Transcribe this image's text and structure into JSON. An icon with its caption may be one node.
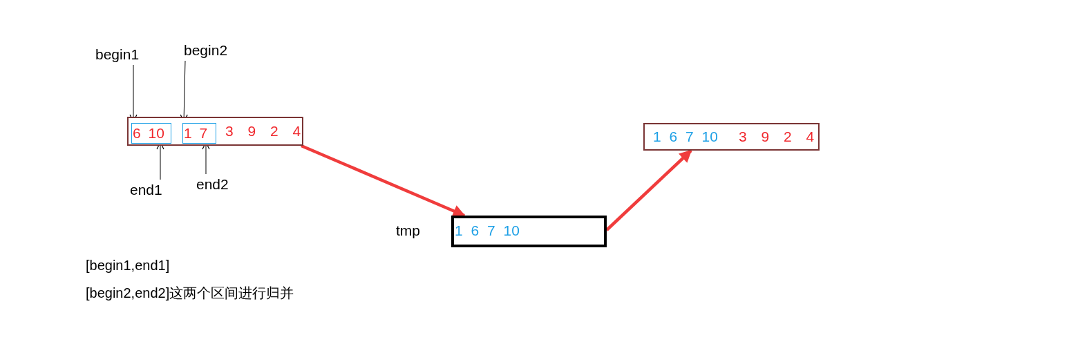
{
  "diagram": {
    "nodes": [
      {
        "text": [
          "3 9 2 4"
        ]
      },
      {
        "text": [
          "6 10"
        ],
        "in": 0
      },
      {
        "text": [
          "1 7"
        ],
        "in": 0
      },
      {
        "text": [
          "begin1"
        ]
      },
      {
        "text": [
          "begin2"
        ]
      },
      {
        "text": [
          "end1"
        ]
      },
      {
        "text": [
          "end2"
        ]
      },
      {
        "text": [
          "1 6 7 10"
        ],
        "beside": [
          "tmp"
        ]
      },
      {
        "text": [
          "1 6 7 10",
          "3 9 2 4"
        ]
      }
    ],
    "edges": [
      {
        "from": 3,
        "to": 1,
        "arrow": "to"
      },
      {
        "from": 4,
        "to": 2,
        "arrow": "to"
      },
      {
        "from": 5,
        "to": 1,
        "arrow": "to"
      },
      {
        "from": 6,
        "to": 2,
        "arrow": "to"
      },
      {
        "from": 0,
        "to": 7,
        "arrow": "to",
        "style": "thick",
        "color": "#f03c3c"
      },
      {
        "from": 7,
        "to": 8,
        "arrow": "to",
        "style": "thick",
        "color": "#f03c3c"
      }
    ],
    "labels": [
      "[begin1,end1]",
      "[begin2,end2]这两个区间进行归并"
    ]
  }
}
